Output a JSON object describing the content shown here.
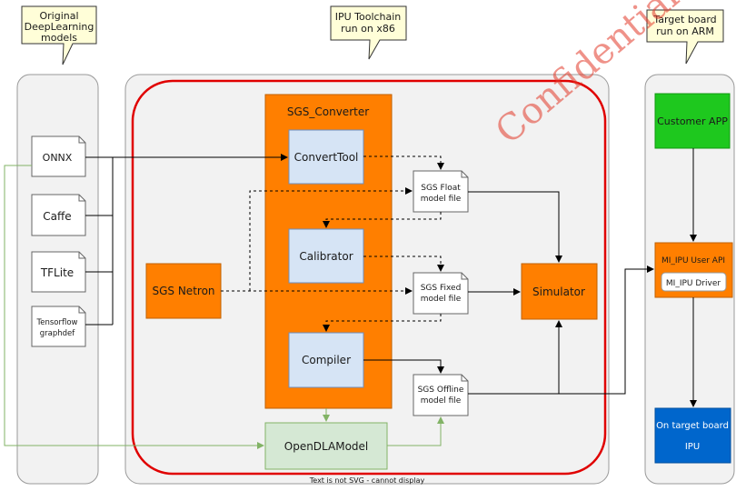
{
  "callouts": {
    "original_models": [
      "Original",
      "DeepLearning",
      "models"
    ],
    "ipu_toolchain": [
      "IPU Toolchain",
      "run on x86"
    ],
    "target_board": [
      "Target board",
      "run on ARM"
    ]
  },
  "models": {
    "onnx": "ONNX",
    "caffe": "Caffe",
    "tflite": "TFLite",
    "tensorflow": [
      "Tensorflow",
      "graphdef"
    ]
  },
  "converter": {
    "title": "SGS_Converter",
    "convert_tool": "ConvertTool",
    "calibrator": "Calibrator",
    "compiler": "Compiler"
  },
  "netron": "SGS Netron",
  "files": {
    "float": [
      "SGS Float",
      "model file"
    ],
    "fixed": [
      "SGS Fixed",
      "model file"
    ],
    "offline": [
      "SGS Offline",
      "model file"
    ]
  },
  "simulator": "Simulator",
  "open_dla": "OpenDLAModel",
  "board": {
    "customer_app": "Customer APP",
    "user_api": "MI_IPU User API",
    "driver": "MI_IPU Driver",
    "target_ipu": [
      "On target board",
      "IPU"
    ]
  },
  "footer_note": "Text is not SVG - cannot display",
  "watermark": "Confidential use only",
  "colors": {
    "orange": "#ff7f00",
    "light_blue": "#d6e4f5",
    "green": "#1ec81e",
    "blue": "#0066cc",
    "pale_green": "#d5e8d4",
    "highlight_red": "#e00000",
    "panel": "#f2f2f2"
  }
}
